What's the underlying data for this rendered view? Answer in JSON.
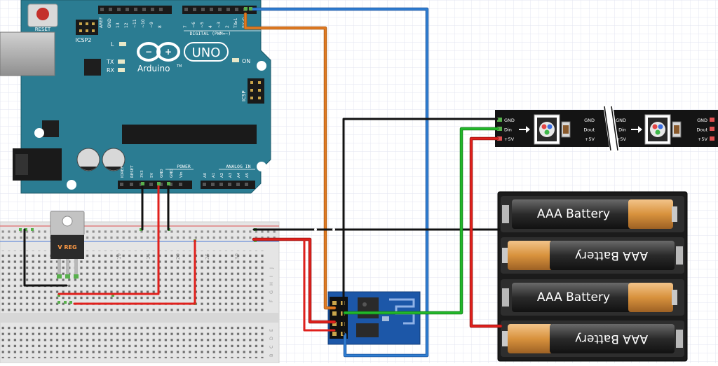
{
  "arduino": {
    "reset_label": "RESET",
    "icsp2_label": "ICSP2",
    "logo_word": "Arduino",
    "tm": "TM",
    "model": "UNO",
    "led_l": "L",
    "led_tx": "TX",
    "led_rx": "RX",
    "led_on": "ON",
    "icsp_label": "ICSP",
    "digital_header": "DIGITAL (PWM=~)",
    "digital_pins": [
      "AREF",
      "GND",
      "13",
      "12",
      "~11",
      "~10",
      "~9",
      "8",
      "7",
      "~6",
      "~5",
      "4",
      "~3",
      "2",
      "TX▸1",
      "RX◂0"
    ],
    "power_header": "POWER",
    "analog_header": "ANALOG IN",
    "power_pins": [
      "IOREF",
      "RESET",
      "3V3",
      "5V",
      "GND",
      "GND",
      "Vin"
    ],
    "analog_pins": [
      "A0",
      "A1",
      "A2",
      "A3",
      "A4",
      "A5"
    ]
  },
  "regulator": {
    "label": "V REG"
  },
  "breadboard": {
    "col_numbers": [
      "10",
      "15",
      "20",
      "25",
      "30"
    ],
    "row_letters_top": [
      "J",
      "I",
      "H",
      "G",
      "F"
    ],
    "row_letters_bottom": [
      "E",
      "D",
      "C",
      "B"
    ]
  },
  "led_strip": {
    "left_pins": [
      "GND",
      "Din",
      "+5V"
    ],
    "mid_left_pins": [
      "GND",
      "Dout",
      "+5V"
    ],
    "mid_right_pins": [
      "GND",
      "Din",
      "+5V"
    ],
    "right_pins": [
      "GND",
      "Dout",
      "+5V"
    ]
  },
  "batteries": {
    "label": "AAA Battery",
    "count": 4
  },
  "colors": {
    "arduino_board": "#2b7c92",
    "breadboard": "#e6e6e6",
    "esp_board": "#1c57a8",
    "strip": "#141414",
    "wire_red": "#e0201c",
    "wire_black": "#111111",
    "wire_blue": "#2f7dd1",
    "wire_orange": "#e07a22",
    "wire_green": "#22b82a"
  }
}
